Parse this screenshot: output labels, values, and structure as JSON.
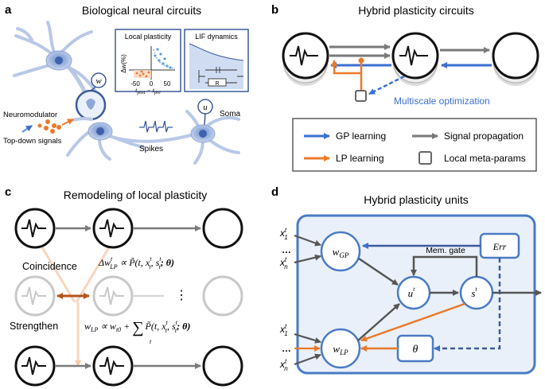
{
  "colors": {
    "gp_blue": "#3b6fd1",
    "lp_orange": "#ea7a2a",
    "gray": "#7a7a7a",
    "dark": "#1a1a1a",
    "panel_blue": "#4a7bc4",
    "panel_fill": "#e9f0fa",
    "neuron_fill": "#c9d6ee",
    "light_orange": "#f9d5bd"
  },
  "panel_a": {
    "letter": "a",
    "title": "Biological neural circuits",
    "inset_plasticity_title": "Local plasticity",
    "inset_lif_title": "LIF dynamics",
    "ylabel": "Δw(%)",
    "tick_neg": "-50",
    "tick_zero": "0",
    "tick_pos": "50",
    "xlabel": "t",
    "xlabel_post": "post",
    "xlabel_minus": " − t",
    "xlabel_pre": "pre",
    "resistor": "R",
    "w_label": "w",
    "u_label": "u",
    "soma": "Soma",
    "neuromodulator": "Neuromodulator",
    "topdown": "Top-down signals",
    "spikes": "Spikes"
  },
  "panel_b": {
    "letter": "b",
    "title": "Hybrid plasticity circuits",
    "multiscale": "Multiscale optimization",
    "legend": {
      "gp": "GP learning",
      "lp": "LP learning",
      "signal": "Signal propagation",
      "meta": "Local meta-params"
    }
  },
  "panel_c": {
    "letter": "c",
    "title": "Remodeling of local plasticity",
    "coincidence": "Coincidence",
    "strengthen": "Strengthen",
    "vdots": "⋮",
    "eq1": "Δw",
    "eq1_sub": "LP",
    "eq1_sup": "t",
    "eq1_rest": " ∝ P̃(t, x",
    "eq1_tail": ", s",
    "eq1_end": "; θ)",
    "eq2_w": "w",
    "eq2_sub": "LP",
    "eq2_mid": " ∝ w",
    "eq2_sub0": "t0",
    "eq2_plus": " + ",
    "eq2_sum": "∑",
    "eq2_sum_sub": "t",
    "eq2_rest": "P̃(t, x",
    "eq2_tail": ", s",
    "eq2_end": "; θ)"
  },
  "panel_d": {
    "letter": "d",
    "title": "Hybrid plasticity units",
    "w_gp": "w",
    "w_gp_sub": "GP",
    "w_lp": "w",
    "w_lp_sub": "LP",
    "u": "u",
    "s": "s",
    "sup_t": "t",
    "err": "Err",
    "theta": "θ",
    "mem_gate": "Mem. gate",
    "x": "x",
    "sub1": "1",
    "subn": "n",
    "dots": "…"
  }
}
